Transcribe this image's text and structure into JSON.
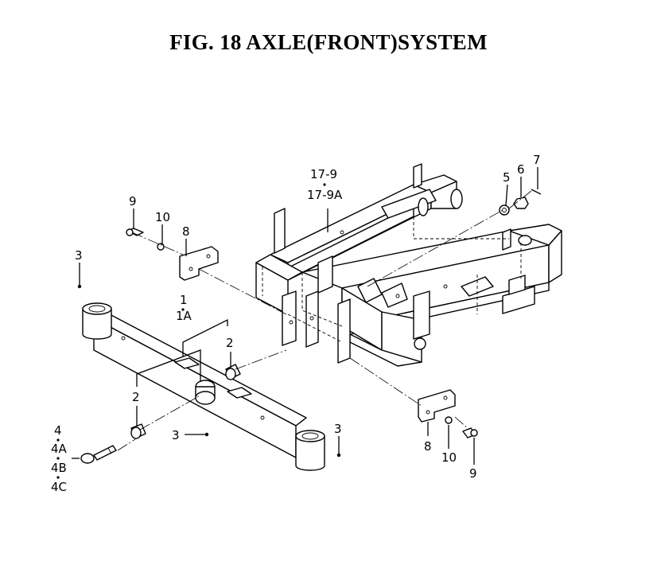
{
  "figure": {
    "title": "FIG. 18  AXLE(FRONT)SYSTEM"
  },
  "callouts": {
    "frame": [
      "17-9",
      "17-9A"
    ],
    "axle": [
      "1",
      "1A"
    ],
    "pin": [
      "4",
      "4A",
      "4B",
      "4C"
    ],
    "washer": "5",
    "nut": "6",
    "cotter_pin": "7",
    "bracket_left": "8",
    "bracket_right": "8",
    "bolt_left": "9",
    "bolt_right": "9",
    "lock_washer_left": "10",
    "lock_washer_right": "10",
    "bushing_left": "2",
    "bushing_right": "2",
    "grease_left": "3",
    "grease_center": "3",
    "grease_right": "3"
  }
}
